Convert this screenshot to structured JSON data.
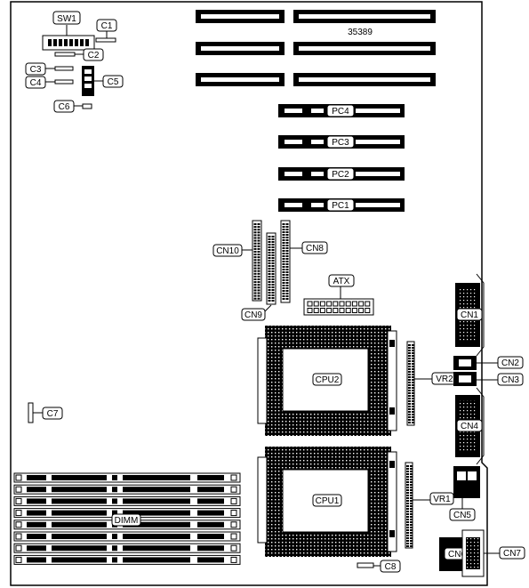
{
  "board": {
    "part_number": "35389",
    "colors": {
      "ink": "#000000",
      "paper": "#ffffff"
    }
  },
  "labels": {
    "sw1": "SW1",
    "c1": "C1",
    "c2": "C2",
    "c3": "C3",
    "c4": "C4",
    "c5": "C5",
    "c6": "C6",
    "c7": "C7",
    "c8": "C8",
    "pc1": "PC1",
    "pc2": "PC2",
    "pc3": "PC3",
    "pc4": "PC4",
    "cn1": "CN1",
    "cn2": "CN2",
    "cn3": "CN3",
    "cn4": "CN4",
    "cn5": "CN5",
    "cn6": "CN6",
    "cn7": "CN7",
    "cn8": "CN8",
    "cn9": "CN9",
    "cn10": "CN10",
    "atx": "ATX",
    "cpu1": "CPU1",
    "cpu2": "CPU2",
    "vr1": "VR1",
    "vr2": "VR2",
    "dimm": "DIMM"
  }
}
